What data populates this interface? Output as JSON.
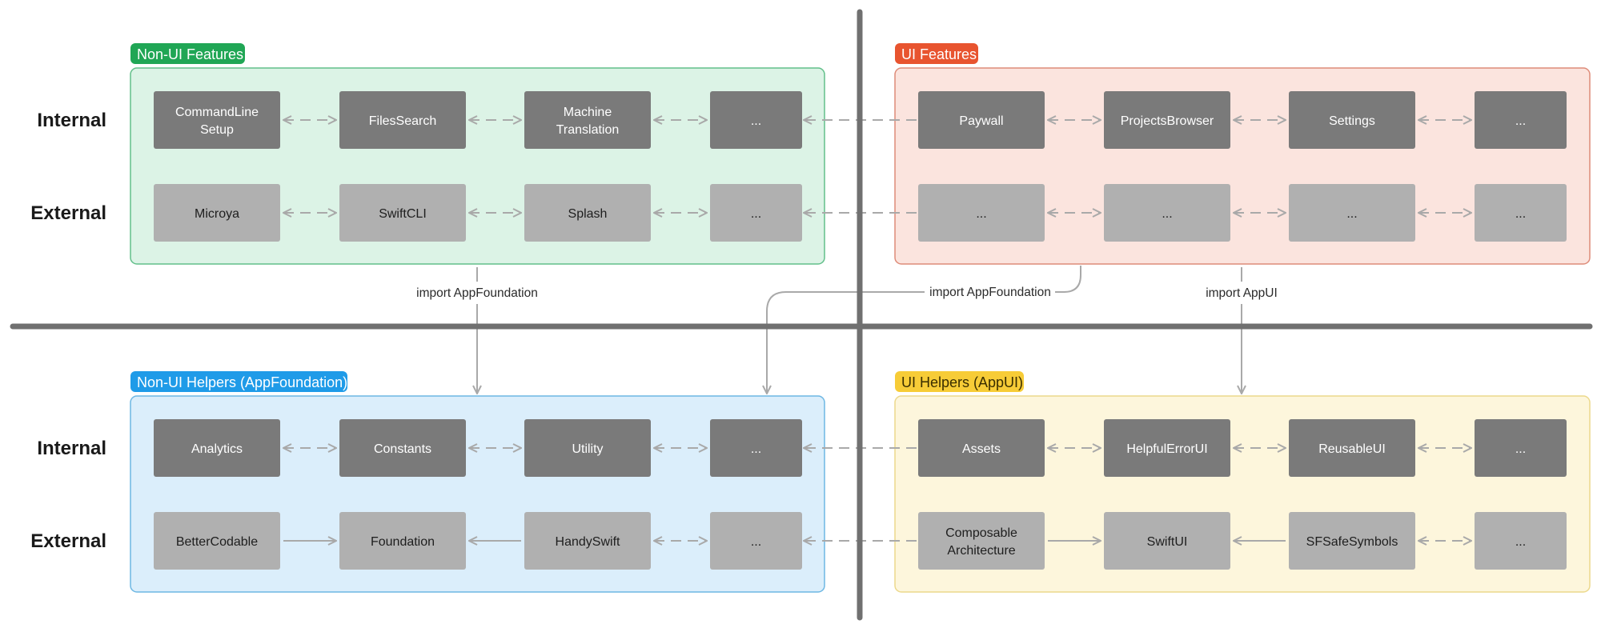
{
  "colors": {
    "internal_node": "#7a7a7a",
    "external_node": "#b0b0b0",
    "arrow": "#a9a9a9",
    "divider": "#707070"
  },
  "row_labels": {
    "internal": "Internal",
    "external": "External"
  },
  "quadrants": [
    {
      "key": "nonui_features",
      "title": "Non-UI Features",
      "tag_color": "#20a655",
      "fill": "#dcf3e6",
      "stroke": "#62bf8a",
      "internal": [
        "CommandLine\nSetup",
        "FilesSearch",
        "Machine\nTranslation",
        "..."
      ],
      "external": [
        "Microya",
        "SwiftCLI",
        "Splash",
        "..."
      ],
      "internal_edges": [
        "bi-dashed",
        "bi-dashed",
        "bi-dashed"
      ],
      "external_edges": [
        "bi-dashed",
        "bi-dashed",
        "bi-dashed"
      ]
    },
    {
      "key": "ui_features",
      "title": "UI Features",
      "tag_color": "#e8542f",
      "fill": "#fbe4de",
      "stroke": "#de8c79",
      "internal": [
        "Paywall",
        "ProjectsBrowser",
        "Settings",
        "..."
      ],
      "external": [
        "...",
        "...",
        "...",
        "..."
      ],
      "internal_edges": [
        "bi-dashed",
        "bi-dashed",
        "bi-dashed"
      ],
      "external_edges": [
        "bi-dashed",
        "bi-dashed",
        "bi-dashed"
      ]
    },
    {
      "key": "nonui_helpers",
      "title": "Non-UI Helpers (AppFoundation)",
      "tag_color": "#1f9be8",
      "fill": "#dbeefb",
      "stroke": "#6db7e3",
      "internal": [
        "Analytics",
        "Constants",
        "Utility",
        "..."
      ],
      "external": [
        "BetterCodable",
        "Foundation",
        "HandySwift",
        "..."
      ],
      "internal_edges": [
        "bi-dashed",
        "bi-dashed",
        "bi-dashed"
      ],
      "external_edges": [
        "right-solid",
        "left-solid",
        "bi-dashed"
      ]
    },
    {
      "key": "ui_helpers",
      "title": "UI Helpers (AppUI)",
      "tag_color": "#f7cc37",
      "tag_text_color": "#3a2e00",
      "fill": "#fdf6dc",
      "stroke": "#ecd98c",
      "internal": [
        "Assets",
        "HelpfulErrorUI",
        "ReusableUI",
        "..."
      ],
      "external": [
        "Composable\nArchitecture",
        "SwiftUI",
        "SFSafeSymbols",
        "..."
      ],
      "internal_edges": [
        "bi-dashed",
        "bi-dashed",
        "bi-dashed"
      ],
      "external_edges": [
        "right-solid",
        "left-solid",
        "bi-dashed"
      ]
    }
  ],
  "connections": {
    "nonui_import": "import AppFoundation",
    "ui_import_foundation": "import AppFoundation",
    "ui_import_appui": "import AppUI"
  }
}
